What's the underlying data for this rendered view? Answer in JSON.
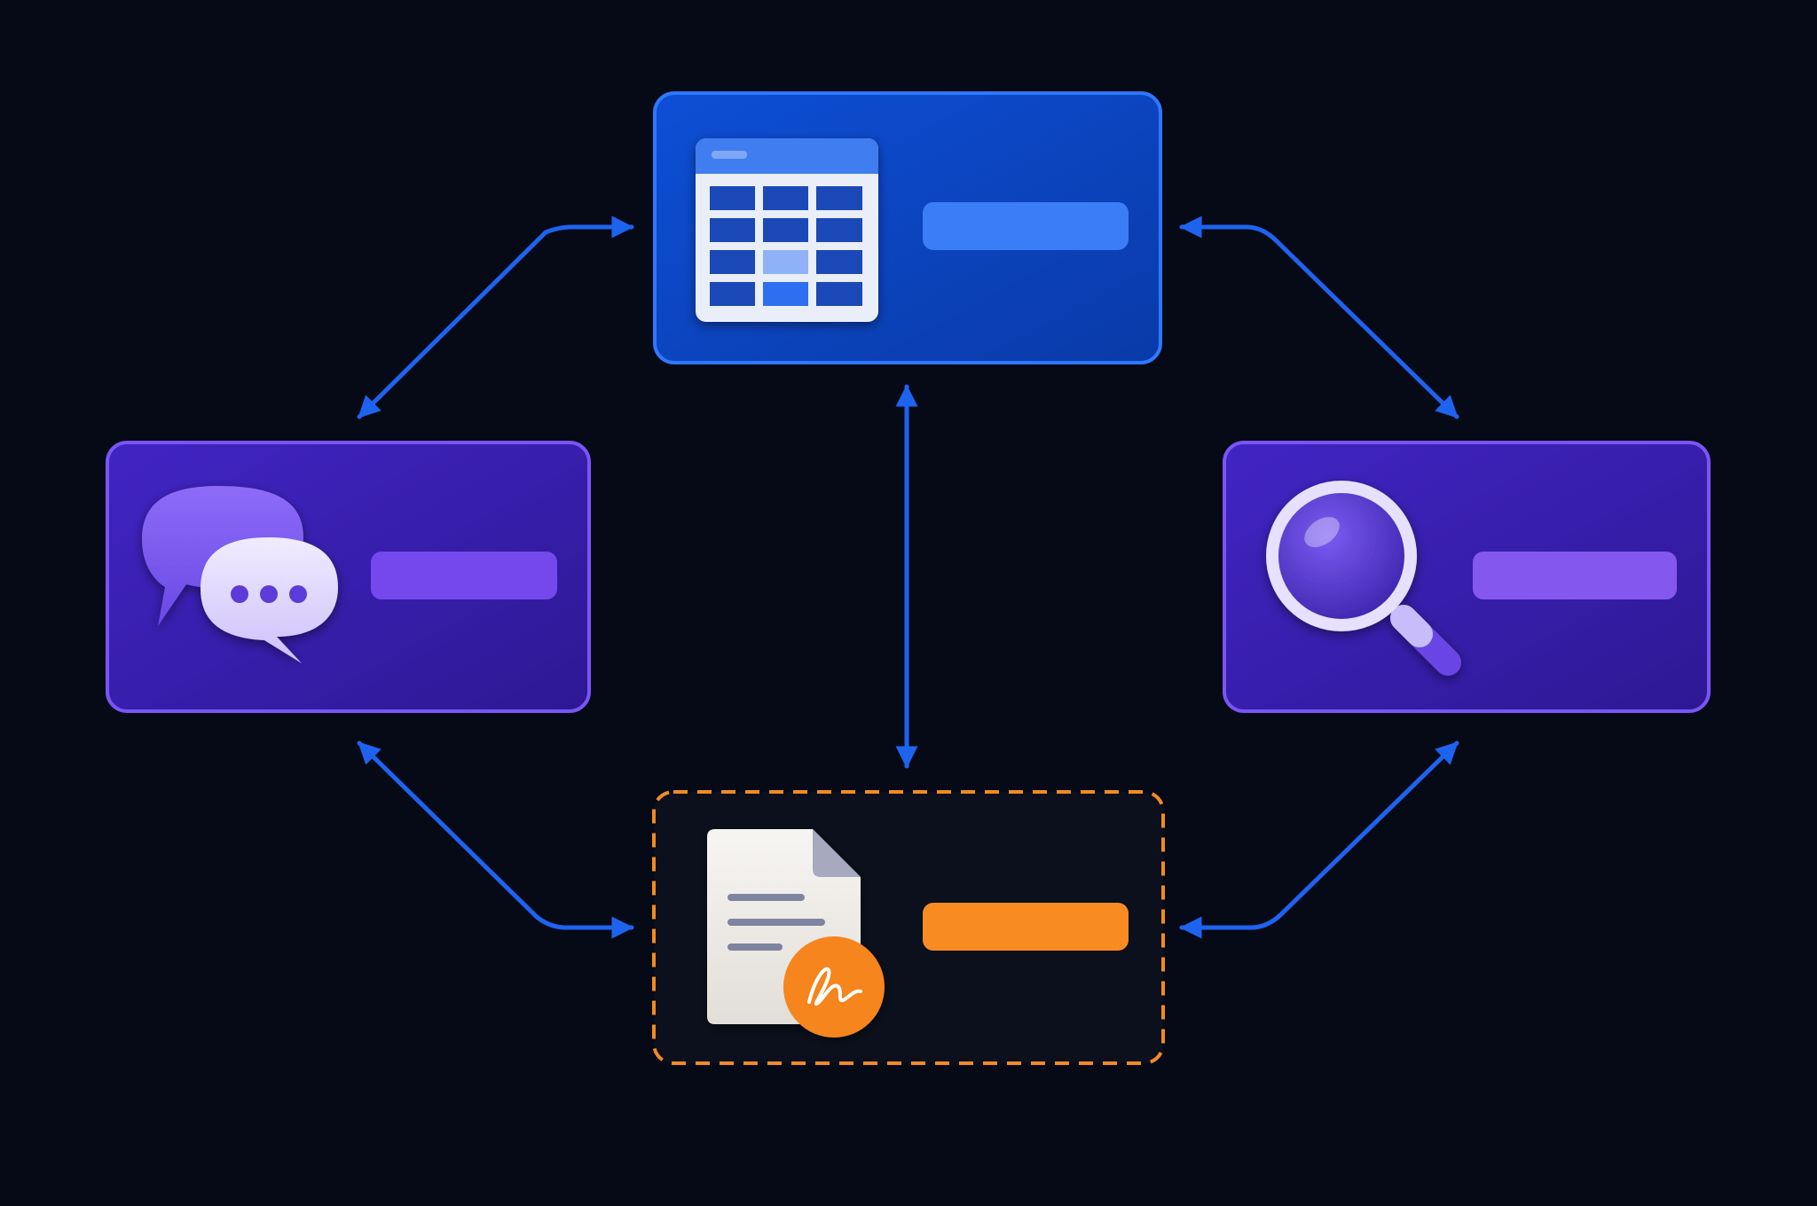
{
  "colors": {
    "background": "#060a17",
    "connector": "#1e63f0",
    "table_node_fill": "#0b47c4",
    "table_node_border": "#2f77ff",
    "chat_node_fill": "#3a1fb3",
    "chat_node_border": "#7a55f5",
    "search_node_fill": "#3a1fb3",
    "search_node_border": "#7a55f5",
    "document_node_fill": "#0b101c",
    "document_node_border": "#f28a25",
    "table_label_bar": "#3a7df6",
    "chat_label_bar": "#7548ee",
    "search_label_bar": "#8457ef",
    "document_label_bar": "#f98b23"
  },
  "nodes": {
    "table": {
      "icon": "spreadsheet-table-icon",
      "label": ""
    },
    "chat": {
      "icon": "chat-bubbles-icon",
      "label": ""
    },
    "search": {
      "icon": "magnifying-glass-icon",
      "label": ""
    },
    "document": {
      "icon": "signed-document-icon",
      "label": "",
      "border_style": "dashed"
    }
  },
  "connections": [
    {
      "from": "table",
      "to": "chat",
      "direction": "bidirectional"
    },
    {
      "from": "table",
      "to": "search",
      "direction": "bidirectional"
    },
    {
      "from": "table",
      "to": "document",
      "direction": "bidirectional"
    },
    {
      "from": "chat",
      "to": "document",
      "direction": "bidirectional"
    },
    {
      "from": "search",
      "to": "document",
      "direction": "bidirectional"
    }
  ]
}
